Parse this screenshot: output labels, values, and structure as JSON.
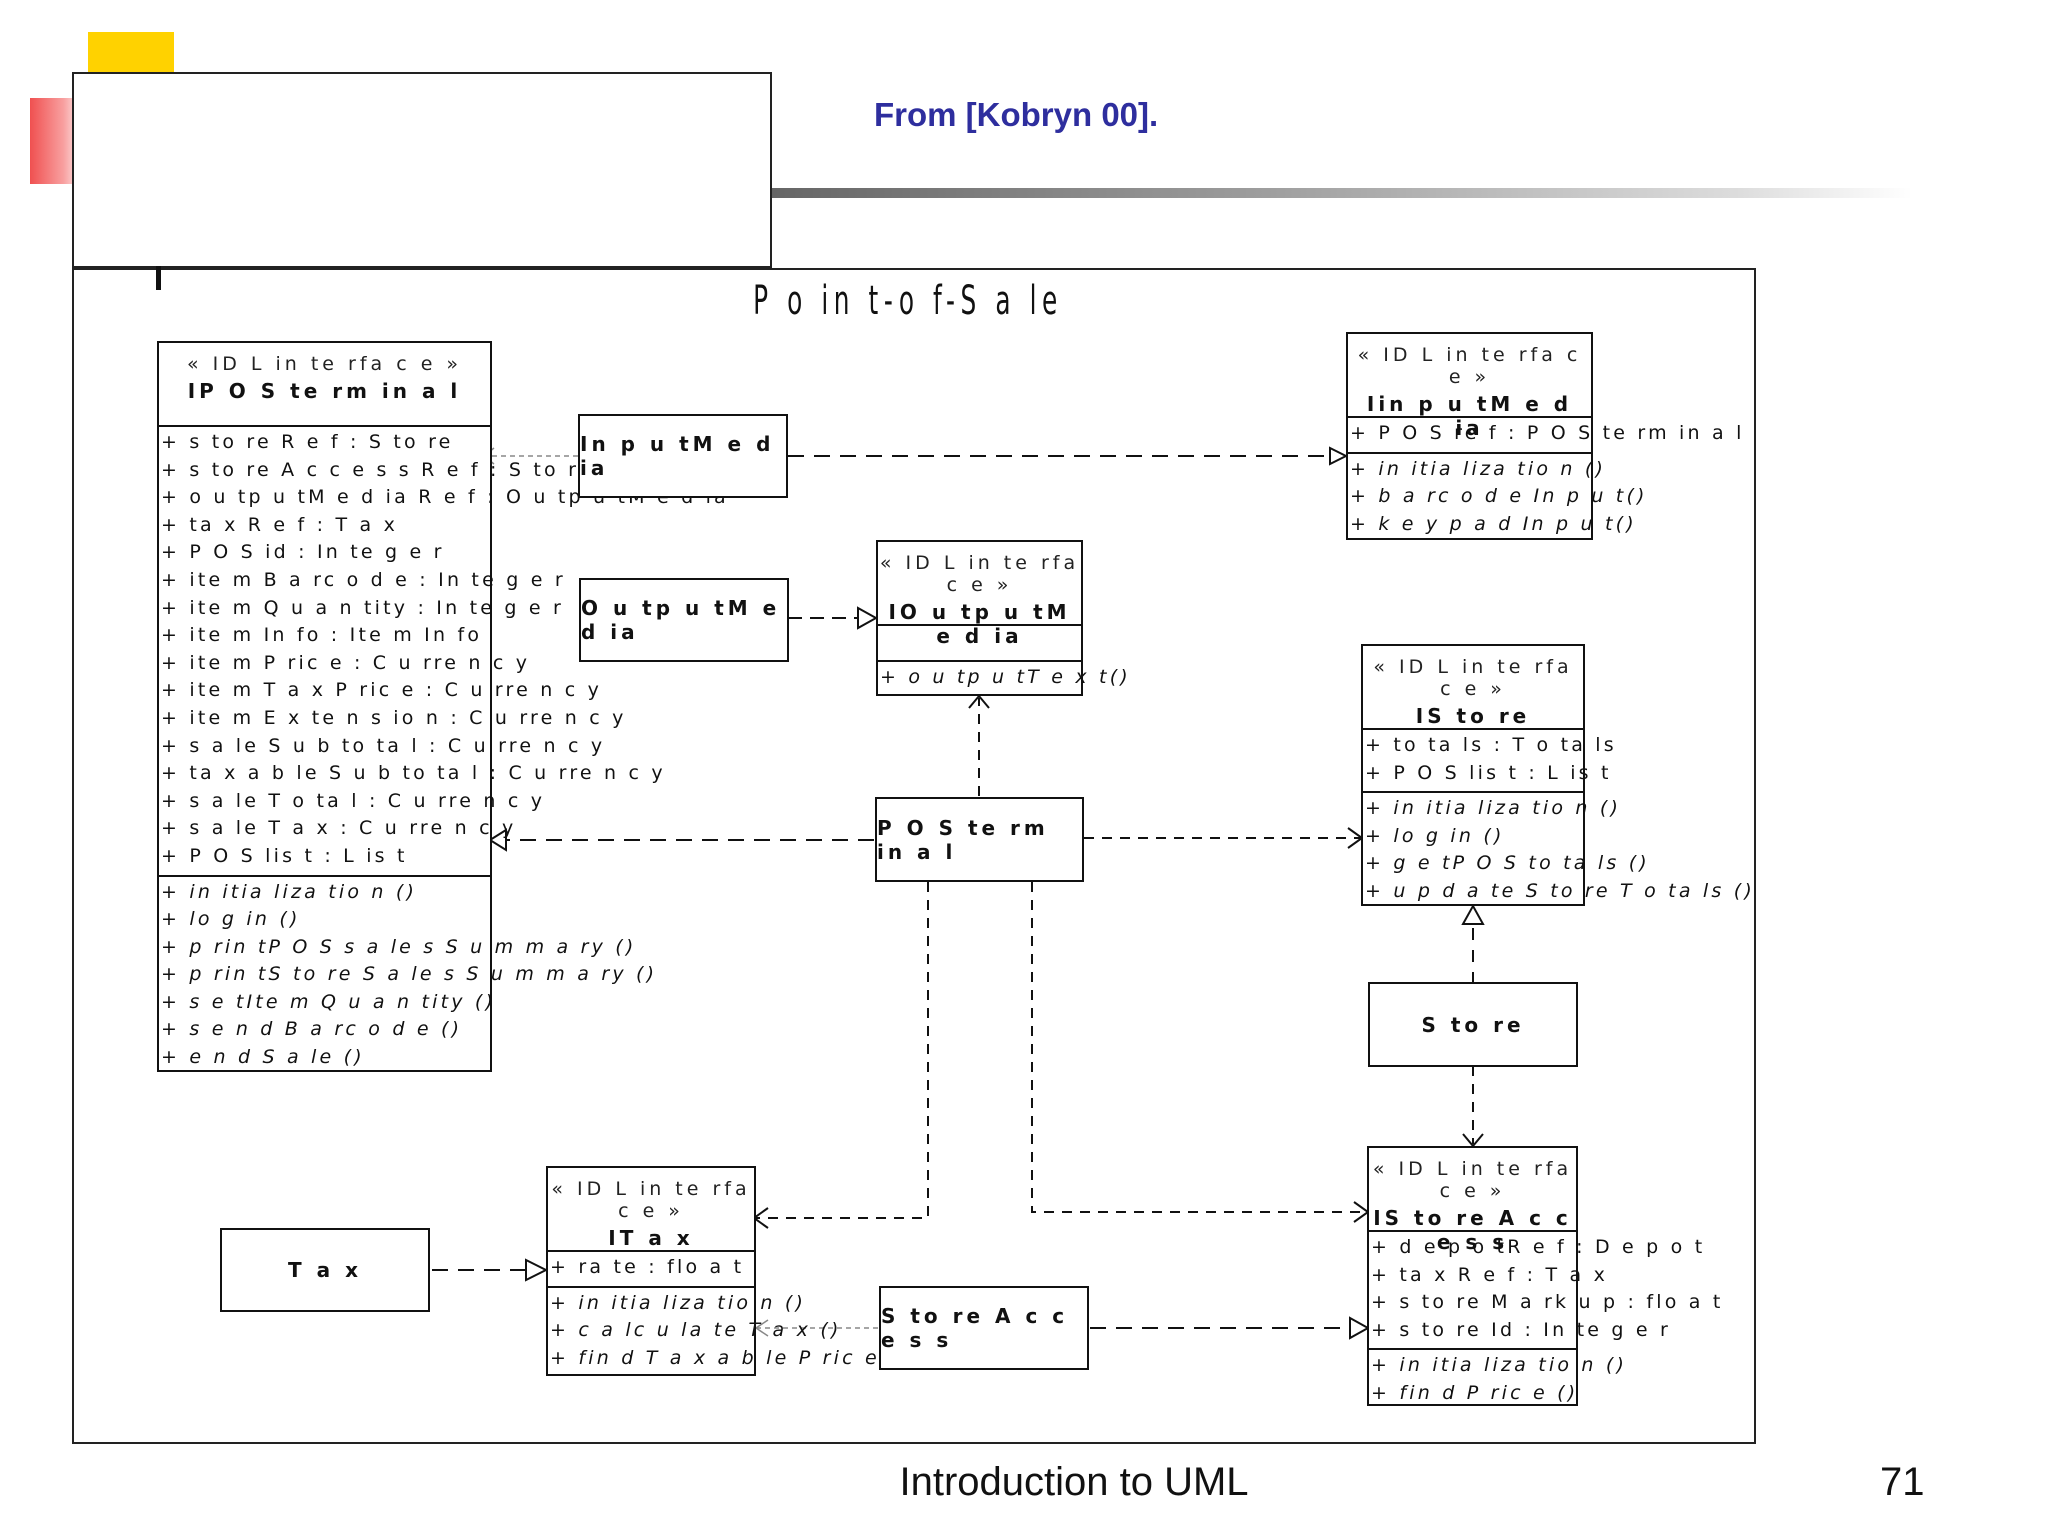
{
  "slide": {
    "citation": "From [Kobryn 00].",
    "footer": "Introduction to UML",
    "page_number": "71"
  },
  "diagram": {
    "title": "P o in t-o f-S a le",
    "IPOSterminal": {
      "stereotype": "« ID L in te rfa c e »",
      "name": "IP O S te rm in a l",
      "attributes": [
        "+ s to re R e f : S to re",
        "+ s to re A c c e s s R e f : S to re A c c e s s",
        "+ o u tp u tM e d ia R e f : O u tp u tM e d ia",
        "+ ta x R e f : T a x",
        "+ P O S id : In te g e r",
        "+ ite m B a rc o d e : In te g e r",
        "+ ite m Q u a n tity : In te g e r",
        "+ ite m In fo : Ite m In fo",
        "+ ite m P ric e : C u rre n c y",
        "+ ite m T a x P ric e : C u rre n c y",
        "+ ite m E x te n s io n : C u rre n c y",
        "+ s a le S u b to ta l : C u rre n c y",
        "+ ta x a b le S u b to ta l : C u rre n c y",
        "+ s a le T o ta l : C u rre n c y",
        "+ s a le T a x : C u rre n c y",
        "+ P O S lis t : L is t"
      ],
      "operations": [
        "+ in itia liza tio n ()",
        "+ lo g in ()",
        "+ p rin tP O S s a le s S u m m a ry ()",
        "+ p rin tS to re S a le s S u m m a ry ()",
        "+ s e tIte m Q u a n tity ()",
        "+ s e n d B a rc o d e ()",
        "+ e n d S a le ()"
      ]
    },
    "IinputMedia": {
      "stereotype": "« ID L in te rfa c e »",
      "name": "Iin p u tM e d ia",
      "attributes": [
        "+ P O S re f : P O S te rm in a l"
      ],
      "operations": [
        "+ in itia liza tio n ()",
        "+ b a rc o d e In p u t()",
        "+ k e y p a d In p u t()"
      ]
    },
    "IOutputMedia": {
      "stereotype": "« ID L in te rfa c e »",
      "name": "IO u tp u tM e d ia",
      "attributes": [],
      "operations": [
        "+ o u tp u tT e x t()"
      ]
    },
    "IStore": {
      "stereotype": "« ID L in te rfa c e »",
      "name": "IS to re",
      "attributes": [
        "+ to ta ls : T o ta ls",
        "+ P O S lis t : L is t"
      ],
      "operations": [
        "+ in itia liza tio n ()",
        "+ lo g in ()",
        "+ g e tP O S to ta ls ()",
        "+ u p d a te S to re T o ta ls ()"
      ]
    },
    "ITax": {
      "stereotype": "« ID L in te rfa c e »",
      "name": "IT a x",
      "attributes": [
        "+ ra te : flo a t"
      ],
      "operations": [
        "+ in itia liza tio n ()",
        "+ c a lc u la te T a x ()",
        "+ fin d T a x a b le P ric e ()"
      ]
    },
    "IStoreAccess": {
      "stereotype": "« ID L in te rfa c e »",
      "name": "IS to re A c c e s s",
      "attributes": [
        "+ d e p o tR e f : D e p o t",
        "+ ta x R e f : T a x",
        "+ s to re M a rk u p : flo a t",
        "+ s to re Id : In te g e r"
      ],
      "operations": [
        "+ in itia liza tio n ()",
        "+ fin d P ric e ()"
      ]
    },
    "components": {
      "input_media": "In p u tM e d ia",
      "output_media": "O u tp u tM e d ia",
      "pos_terminal": "P O S te rm in a l",
      "store": "S to re",
      "tax": "T a x",
      "store_access": "S to re A c c e s s"
    }
  }
}
